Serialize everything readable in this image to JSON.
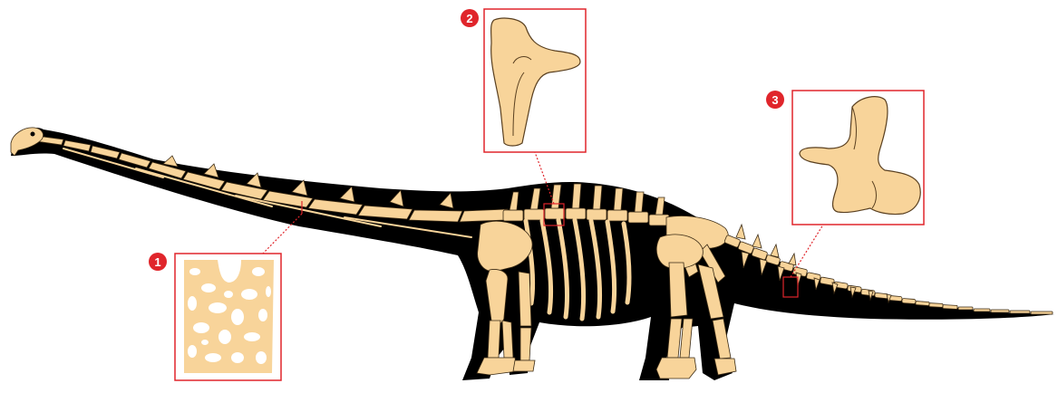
{
  "colors": {
    "silhouette": "#000000",
    "bone": "#F8D49A",
    "bone_outline": "#3a2a14",
    "inset_border": "#E0252B",
    "badge": "#E0252B",
    "badge_text": "#ffffff",
    "background": "#ffffff"
  },
  "subject": "sauropod-skeleton",
  "insets": [
    {
      "number": "1",
      "content": "cervical-vertebra-cross-section"
    },
    {
      "number": "2",
      "content": "dorsal-vertebra"
    },
    {
      "number": "3",
      "content": "caudal-vertebra"
    }
  ]
}
